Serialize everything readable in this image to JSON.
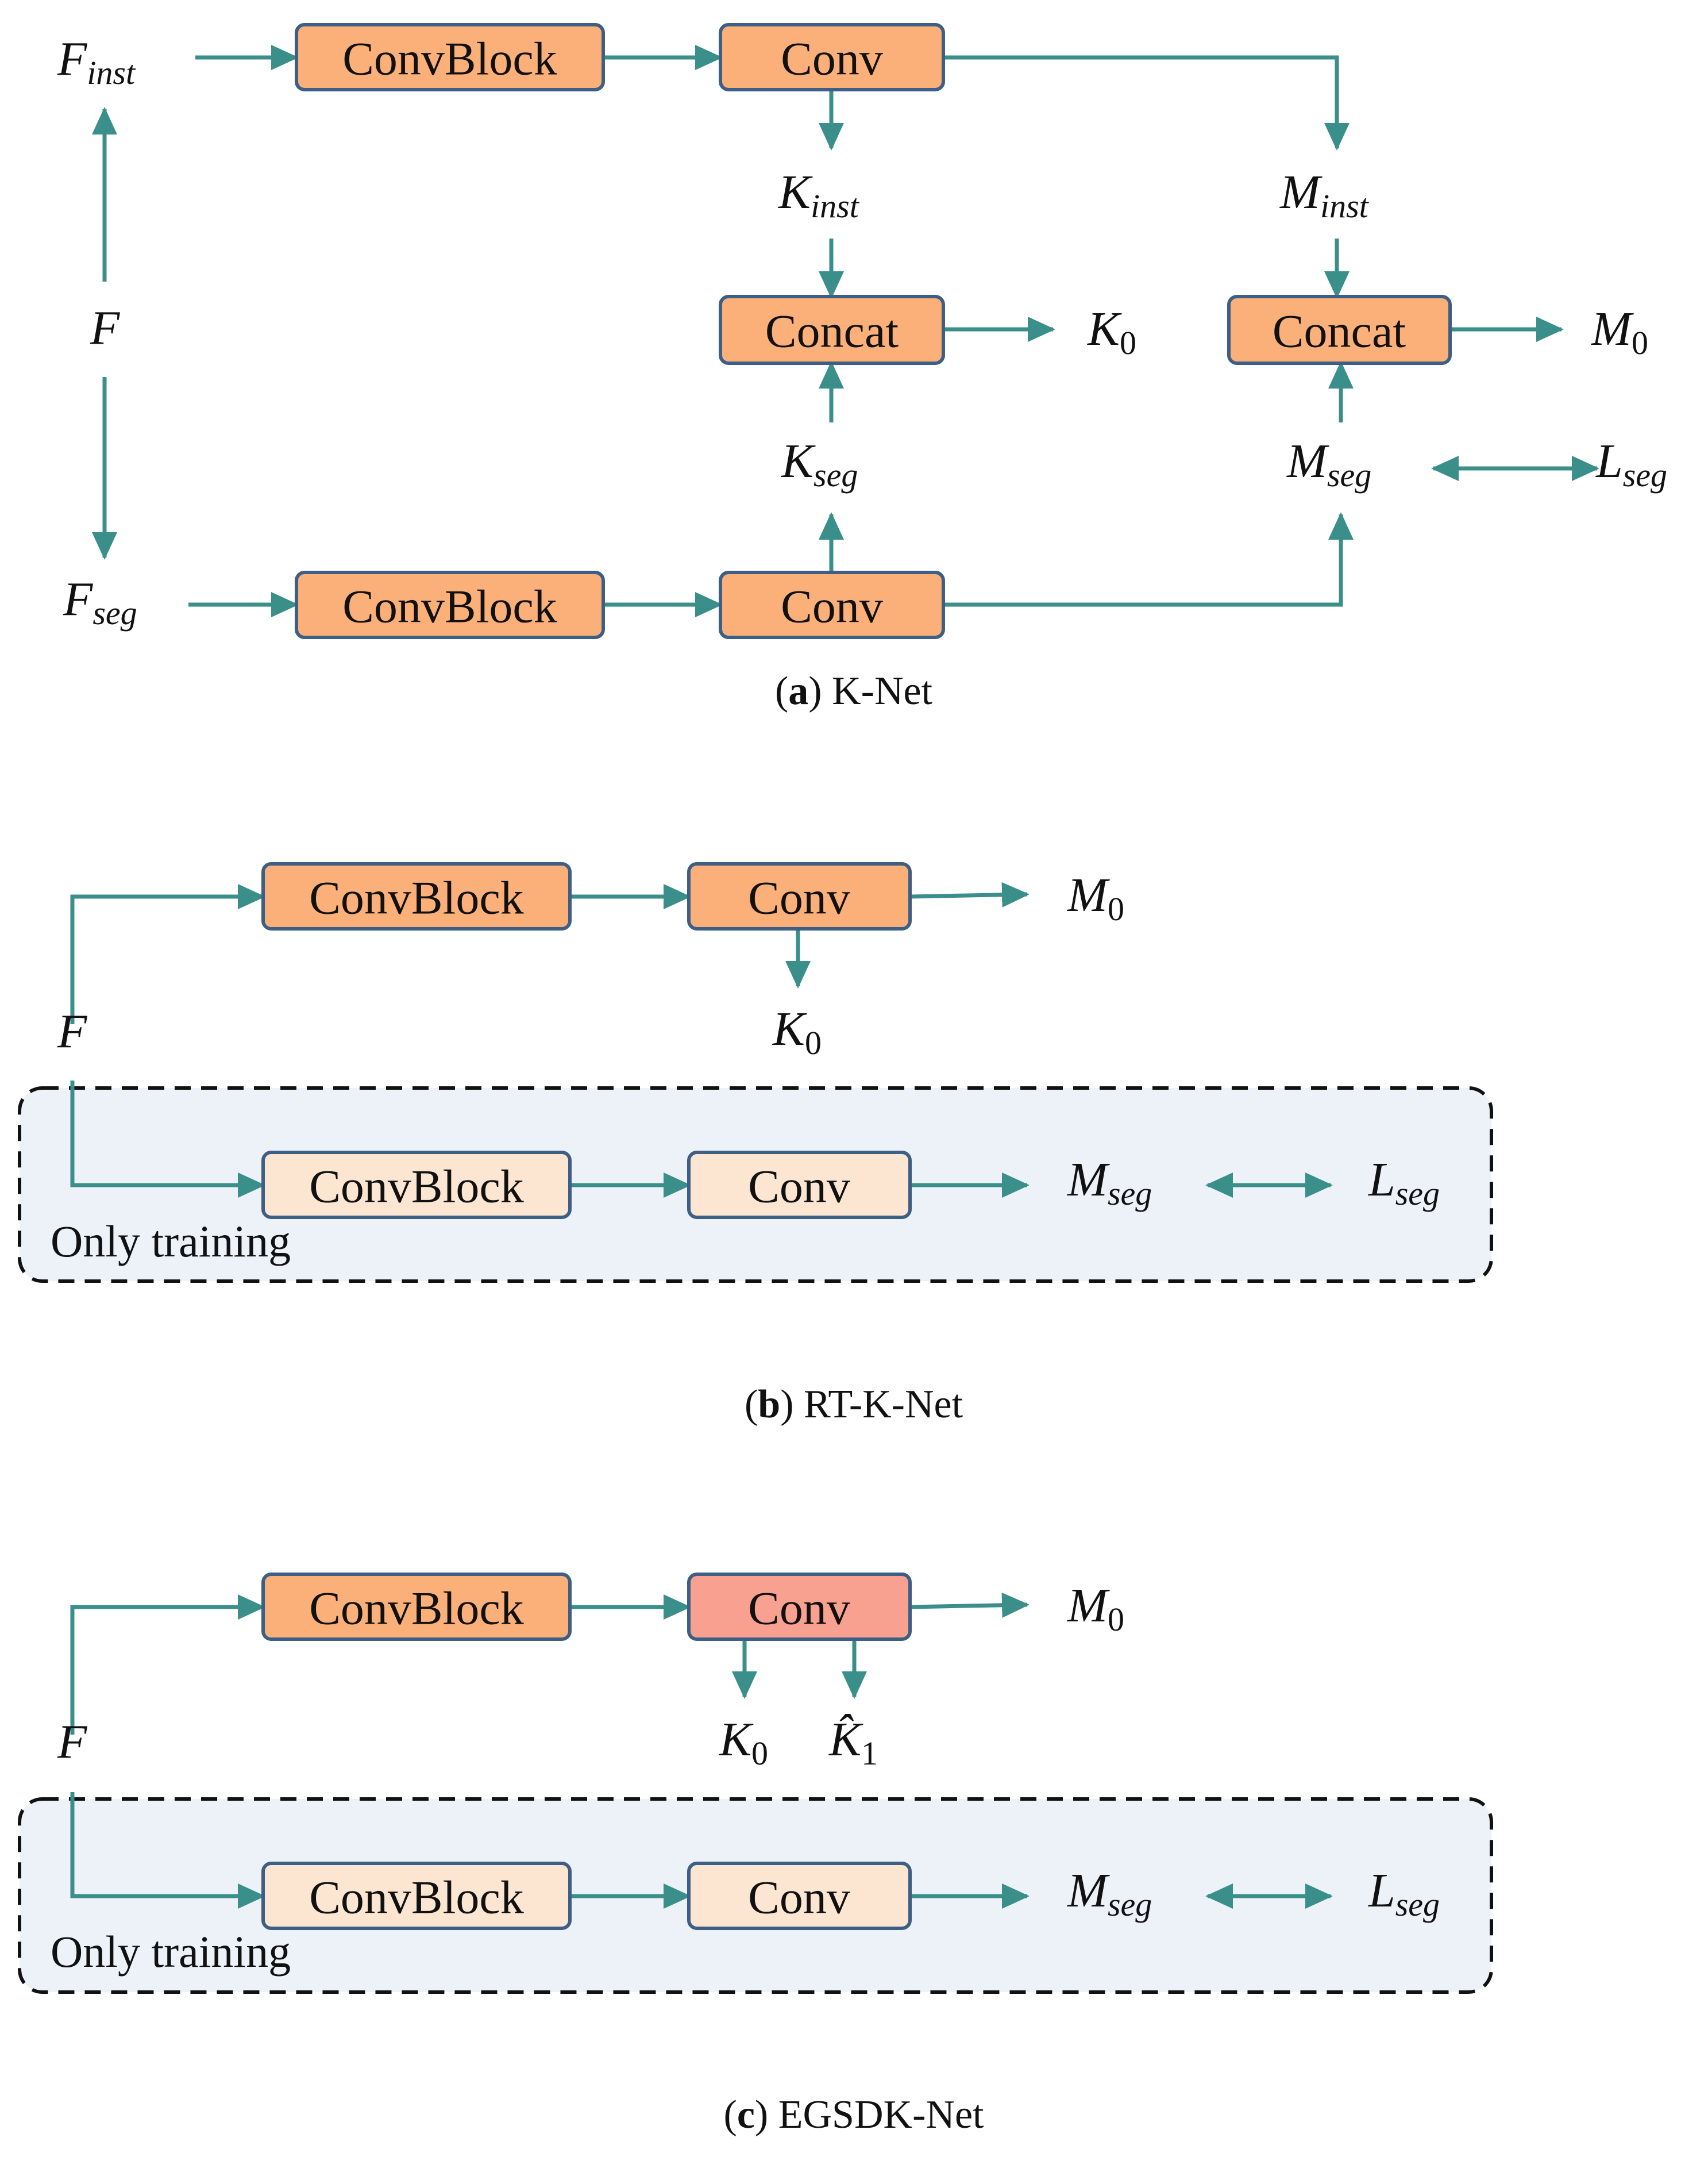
{
  "colors": {
    "arrow": "#3a8f8a",
    "box_orange": "#fbb07a",
    "box_light": "#fce6d2",
    "box_red": "#f9a191",
    "box_border": "#3d5f85",
    "training_bg": "#edf2f9"
  },
  "panel_a": {
    "caption_letter": "a",
    "caption_text": "K-Net",
    "boxes": {
      "convblock_inst": "ConvBlock",
      "conv_inst": "Conv",
      "concat_k": "Concat",
      "concat_m": "Concat",
      "convblock_seg": "ConvBlock",
      "conv_seg": "Conv"
    },
    "vars": {
      "f_inst": {
        "base": "F",
        "sub": "inst"
      },
      "f": {
        "base": "F",
        "sub": ""
      },
      "f_seg": {
        "base": "F",
        "sub": "seg"
      },
      "k_inst": {
        "base": "K",
        "sub": "inst"
      },
      "m_inst": {
        "base": "M",
        "sub": "inst"
      },
      "k0": {
        "base": "K",
        "sub": "0"
      },
      "m0": {
        "base": "M",
        "sub": "0"
      },
      "k_seg": {
        "base": "K",
        "sub": "seg"
      },
      "m_seg": {
        "base": "M",
        "sub": "seg"
      },
      "l_seg": {
        "base": "L",
        "sub": "seg"
      }
    }
  },
  "panel_b": {
    "caption_letter": "b",
    "caption_text": "RT-K-Net",
    "training_label": "Only training",
    "boxes": {
      "convblock_top": "ConvBlock",
      "conv_top": "Conv",
      "convblock_bottom": "ConvBlock",
      "conv_bottom": "Conv"
    },
    "vars": {
      "m0": {
        "base": "M",
        "sub": "0"
      },
      "k0": {
        "base": "K",
        "sub": "0"
      },
      "f": {
        "base": "F",
        "sub": ""
      },
      "m_seg": {
        "base": "M",
        "sub": "seg"
      },
      "l_seg": {
        "base": "L",
        "sub": "seg"
      }
    }
  },
  "panel_c": {
    "caption_letter": "c",
    "caption_text": "EGSDK-Net",
    "training_label": "Only training",
    "boxes": {
      "convblock_top": "ConvBlock",
      "conv_top": "Conv",
      "convblock_bottom": "ConvBlock",
      "conv_bottom": "Conv"
    },
    "vars": {
      "m0": {
        "base": "M",
        "sub": "0"
      },
      "k0": {
        "base": "K",
        "sub": "0"
      },
      "k1_hat": {
        "base": "K̂",
        "sub": "1"
      },
      "f": {
        "base": "F",
        "sub": ""
      },
      "m_seg": {
        "base": "M",
        "sub": "seg"
      },
      "l_seg": {
        "base": "L",
        "sub": "seg"
      }
    }
  }
}
